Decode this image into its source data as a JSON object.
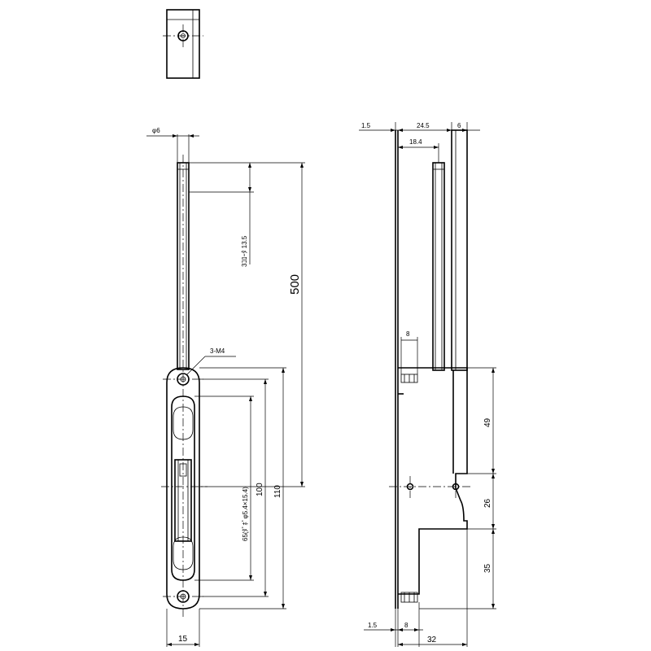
{
  "dims": {
    "rod_dia": "φ6",
    "thread_spec": "3ｺﾛｰﾀ 13.5",
    "total_length": "500",
    "screw_spec": "3-M4",
    "plate_length_110": "110",
    "plate_length_100": "100",
    "slot_spec": "65(ﾀﾞﾎﾞφ5.4×15.4)",
    "plate_width": "15",
    "side_1_5_top": "1.5",
    "side_24_5": "24.5",
    "side_6": "6",
    "side_18_4": "18.4",
    "side_8_top": "8",
    "side_49": "49",
    "side_26": "26",
    "side_35": "35",
    "side_1_5_bottom": "1.5",
    "side_8_bottom": "8",
    "side_32": "32"
  }
}
